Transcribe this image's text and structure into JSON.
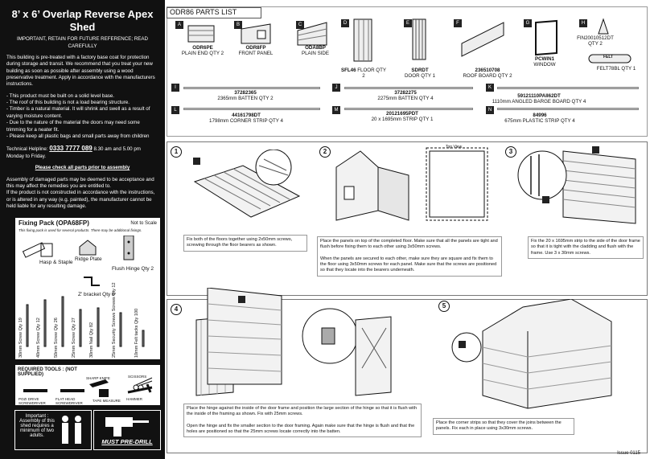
{
  "sidebar": {
    "title": "8’ x 6’ Overlap Reverse Apex Shed",
    "subtitle": "IMPORTANT, RETAIN FOR FUTURE REFERENCE; READ CAREFULLY",
    "intro": "This building is pre-treated with a factory base coat for protection during storage and transit. We recommend that you treat your new building as soon as possible after assembly using a wood preservative treatment. Apply in accordance with the manufacturers instructions.",
    "bullets": [
      "- This product must be built on a solid level base.",
      "- The roof of this building is not a load bearing structure.",
      "- Timber is a natural material. It will shrink and swell as a result of varying moisture content.",
      "- Due to the nature of the material the doors may need some trimming for a neater fit.",
      "- Please keep all plastic bags and small parts away from children"
    ],
    "helpline_prefix": "Technical Helpline:",
    "helpline_number": "0333 7777 089",
    "helpline_suffix": "8.30 am and 5.00 pm Monday to Friday.",
    "check_parts": "Please check all parts prior to assembly",
    "damage_note": "Assembly of damaged parts may be deemed to be acceptance and this may affect the remedies you are entitled to.",
    "instructions_note": "If the product is not constructed in accordance with the instructions, or is altered in any way (e.g. painted), the manufacturer cannot be held liable for any resulting damage."
  },
  "fixing_pack": {
    "title": "Fixing Pack (OPA68FP)",
    "scale": "Not to Scale",
    "note": "This fixing pack is used for several products. There may be additional fixings.",
    "items": [
      "Hasp & Staple",
      "Ridge Plate",
      "Flush Hinge Qty 2",
      "Z' bracket Qty 8"
    ],
    "screws": [
      "30mm Screw Qty 19",
      "40mm Screw Qty 12",
      "50mm Screw Qty 26",
      "25mm Screw Qty 27",
      "30mm Nail Qty 82",
      "25mm Security Screws Screws Qty 12",
      "10mm Felt tacks Qty 100"
    ]
  },
  "tools": {
    "title": "REQUIRED TOOLS : (NOT SUPPLIED)",
    "items": [
      "SHARP KNIFE",
      "SCISSORS",
      "POZI DRIVE SCREWDRIVER",
      "FLAT HEAD SCREWDRIVER",
      "TAPE MEASURE",
      "HAMMER"
    ]
  },
  "important": "Important : Assembly of this shed requires a minimum of two adults.",
  "predrill": "MUST PRE-DRILL",
  "parts_list_title": "ODR86 PARTS LIST",
  "parts": [
    {
      "letter": "A",
      "code": "ODR6PE",
      "desc": "PLAIN END QTY 2"
    },
    {
      "letter": "B",
      "code": "ODR8FP",
      "desc": "FRONT PANEL"
    },
    {
      "letter": "C",
      "code": "ODA8BP",
      "desc": "PLAIN SIDE"
    },
    {
      "letter": "D",
      "code": "SFL46",
      "desc": "FLOOR QTY 2"
    },
    {
      "letter": "E",
      "code": "SDRDT",
      "desc": "DOOR QTY 1"
    },
    {
      "letter": "F",
      "code": "236510708",
      "desc": "ROOF BOARD QTY 2"
    },
    {
      "letter": "G",
      "code": "PCWIN1",
      "desc": "WINDOW"
    },
    {
      "letter": "H",
      "code": "FIN20010512DT",
      "desc": "QTY 2"
    },
    {
      "letter": "",
      "code": "FELT78BL",
      "desc": "QTY 1"
    },
    {
      "letter": "I",
      "code": "37282365",
      "desc": "2365mm BATTEN QTY 2"
    },
    {
      "letter": "J",
      "code": "37282275",
      "desc": "2275mm BATTEN QTY 4"
    },
    {
      "letter": "K",
      "code": "59121110PAII62DT",
      "desc": "1110mm ANGLED BARGE BOARD QTY 4"
    },
    {
      "letter": "L",
      "code": "44161798DT",
      "desc": "1798mm CORNER STRIP QTY 4"
    },
    {
      "letter": "M",
      "code": "20121695PDT",
      "desc": "20 x 1695mm STRIP QTY 1"
    },
    {
      "letter": "N",
      "code": "84996",
      "desc": "675mm PLASTIC STRIP QTY 4"
    }
  ],
  "felt_label": "FELT",
  "steps": [
    {
      "num": "1",
      "text": "Fix both of the floors together using 2x50mm screws, screwing through the floor bearers as shown."
    },
    {
      "num": "2",
      "text": "Place the panels on top of the completed floor. Make sure that all the panels are tight and flush before fixing them to each other using 3x50mm screws.",
      "text2": "When the panels are secured to each other, make sure they are square and fix them to the floor using 3x50mm screws for each panel. Make sure that the screws are positioned so that they locate into the bearers underneath.",
      "top_view": "Top View"
    },
    {
      "num": "3",
      "text": "Fix the 20 x 1695mm strip to the side of the door frame so that it is tight with the cladding and flush with the frame. Use 3 x 30mm screws."
    },
    {
      "num": "4",
      "text": "Place the hinge against the inside of the door frame and position the large section of the hinge so that it is flush with the inside of the framing as shown. Fix with 25mm screws.",
      "text2": "Open the hinge and fix the smaller section to the door framing. Again make sure that the hinge is flush and that the holes are positioned so that the 25mm screws locate correctly into the batten."
    },
    {
      "num": "5",
      "text": "Place the corner strips so that they cover the joins between the panels. Fix each in place using 3x30mm screws."
    }
  ],
  "issue": "Issue 0115"
}
